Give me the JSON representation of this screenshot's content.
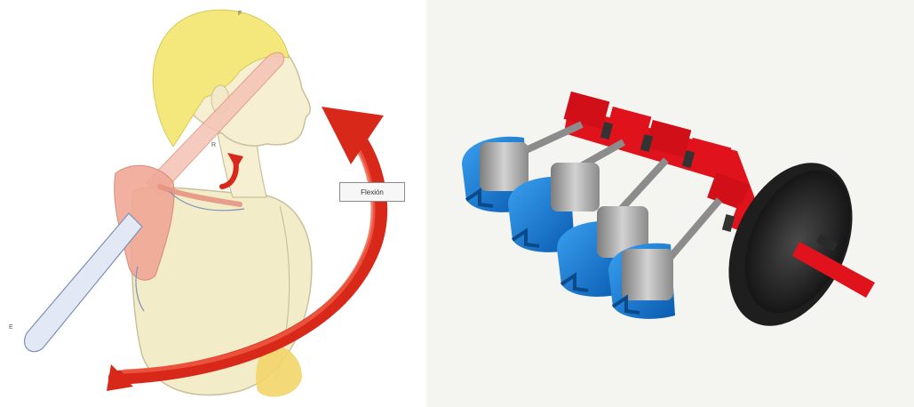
{
  "left_figure": {
    "labels": {
      "flexion": "Flexión",
      "marker_f": "F",
      "marker_r": "R",
      "marker_e": "E"
    },
    "colors": {
      "arrow": "#d8281a",
      "skin": "#f3ecc9",
      "hair": "#f4e87d",
      "bone": "#f0a896",
      "humerus": "#dde4f0"
    }
  },
  "right_figure": {
    "colors": {
      "cylinder": "#1d7fd6",
      "piston": "#a9a9a9",
      "crank": "#e0121b",
      "flywheel": "#2a2a2a"
    }
  }
}
